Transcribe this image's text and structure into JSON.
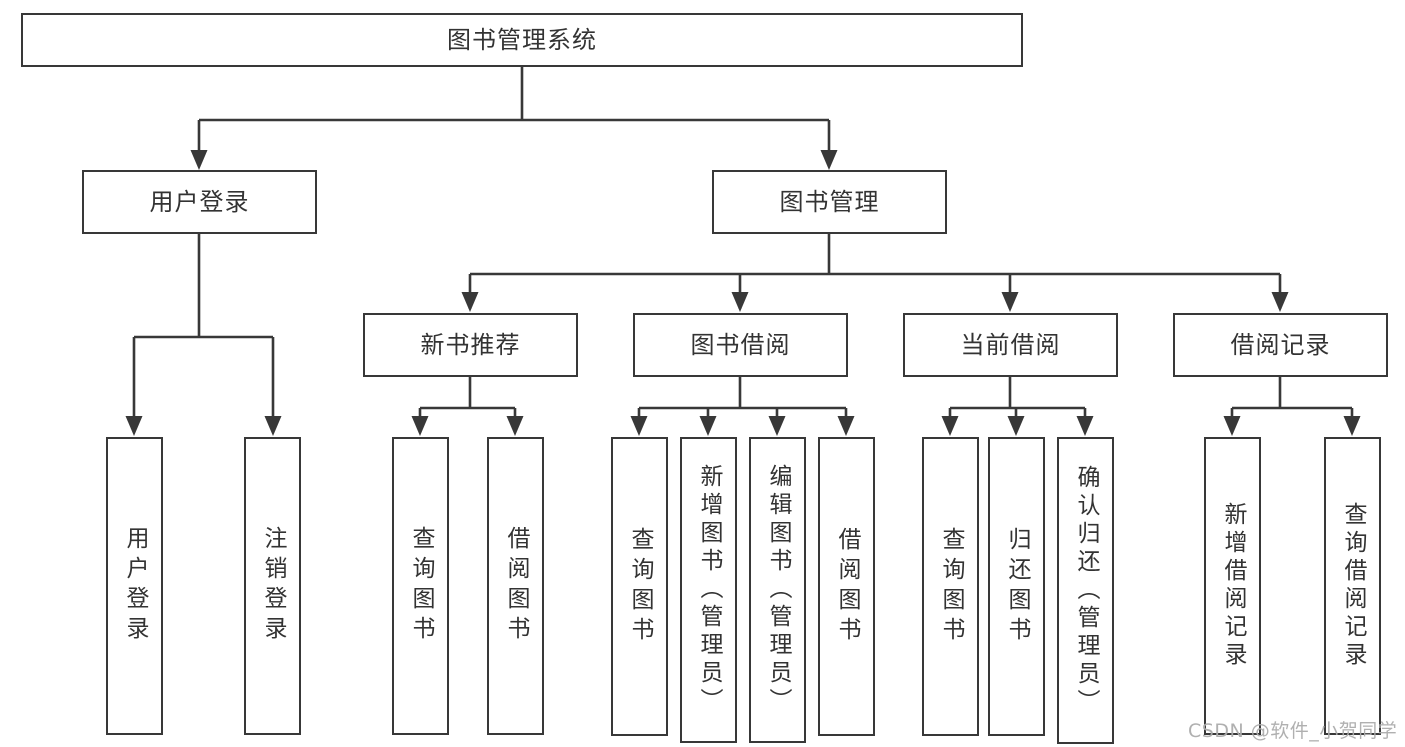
{
  "diagram": {
    "type": "hierarchy-tree",
    "title": "图书管理系统"
  },
  "tree": {
    "root": "图书管理系统",
    "branches": [
      {
        "label": "用户登录",
        "leaves": [
          "用户登录",
          "注销登录"
        ]
      },
      {
        "label": "图书管理",
        "groups": [
          {
            "label": "新书推荐",
            "leaves": [
              "查询图书",
              "借阅图书"
            ]
          },
          {
            "label": "图书借阅",
            "leaves": [
              "查询图书",
              "新增图书（管理员）",
              "编辑图书（管理员）",
              "借阅图书"
            ]
          },
          {
            "label": "当前借阅",
            "leaves": [
              "查询图书",
              "归还图书",
              "确认归还（管理员）"
            ]
          },
          {
            "label": "借阅记录",
            "leaves": [
              "新增借阅记录",
              "查询借阅记录"
            ]
          }
        ]
      }
    ]
  },
  "watermark": "CSDN @软件_小贺同学",
  "colors": {
    "line": "#383838",
    "box_border": "#383838",
    "text": "#333333",
    "watermark": "#acacac",
    "background": "#ffffff"
  }
}
